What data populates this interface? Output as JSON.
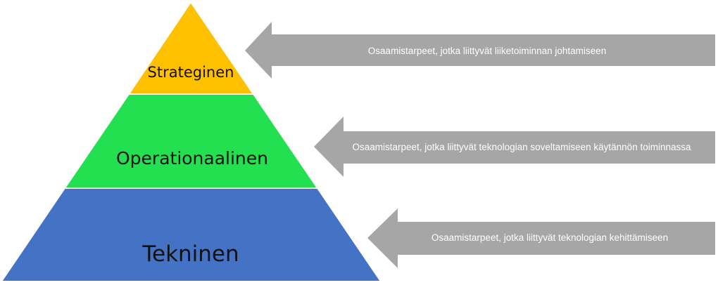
{
  "pyramid": {
    "levels": [
      {
        "label": "Strateginen",
        "color": "#ffc000"
      },
      {
        "label": "Operationaalinen",
        "color": "#22e04f"
      },
      {
        "label": "Tekninen",
        "color": "#4472c4"
      }
    ]
  },
  "arrows": {
    "color": "#a6a6a6",
    "items": [
      {
        "text": "Osaamistarpeet, jotka liittyvät liiketoiminnan johtamiseen"
      },
      {
        "text": "Osaamistarpeet, jotka liittyvät teknologian soveltamiseen käytännön toiminnassa"
      },
      {
        "text": "Osaamistarpeet, jotka liittyvät teknologian kehittämiseen"
      }
    ]
  }
}
